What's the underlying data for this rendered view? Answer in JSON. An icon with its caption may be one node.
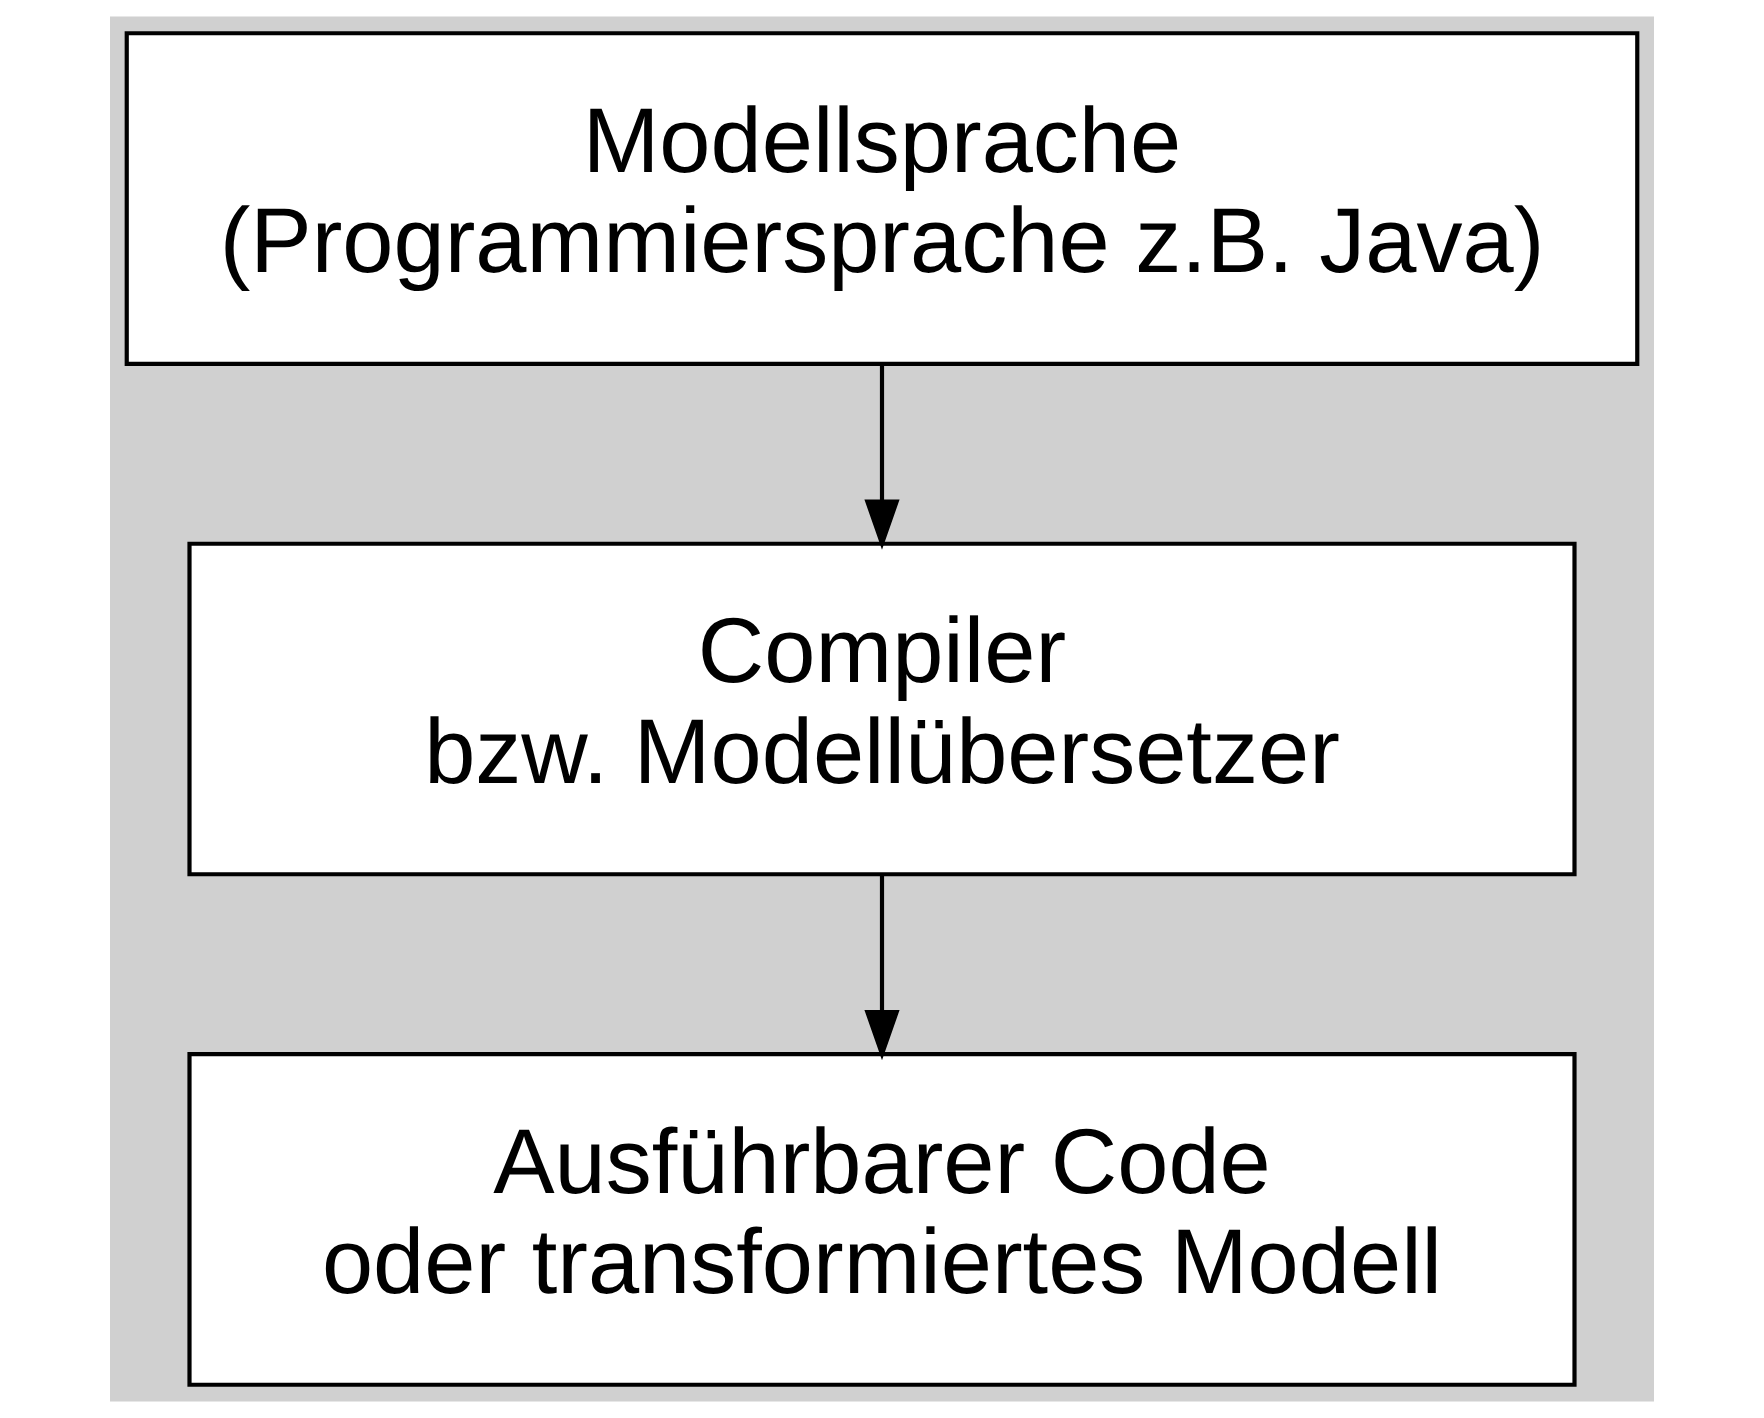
{
  "diagram": {
    "nodes": [
      {
        "text": [
          "Modellsprache (Programmiersprache z.B. Java)"
        ]
      },
      {
        "text": [
          "Compiler bzw. Modellübersetzer"
        ]
      },
      {
        "text": [
          "Ausführbarer Code oder transformiertes Modell"
        ]
      }
    ],
    "edges": [
      {
        "from": 0,
        "to": 1,
        "arrow": "to"
      },
      {
        "from": 1,
        "to": 2,
        "arrow": "to"
      }
    ]
  }
}
